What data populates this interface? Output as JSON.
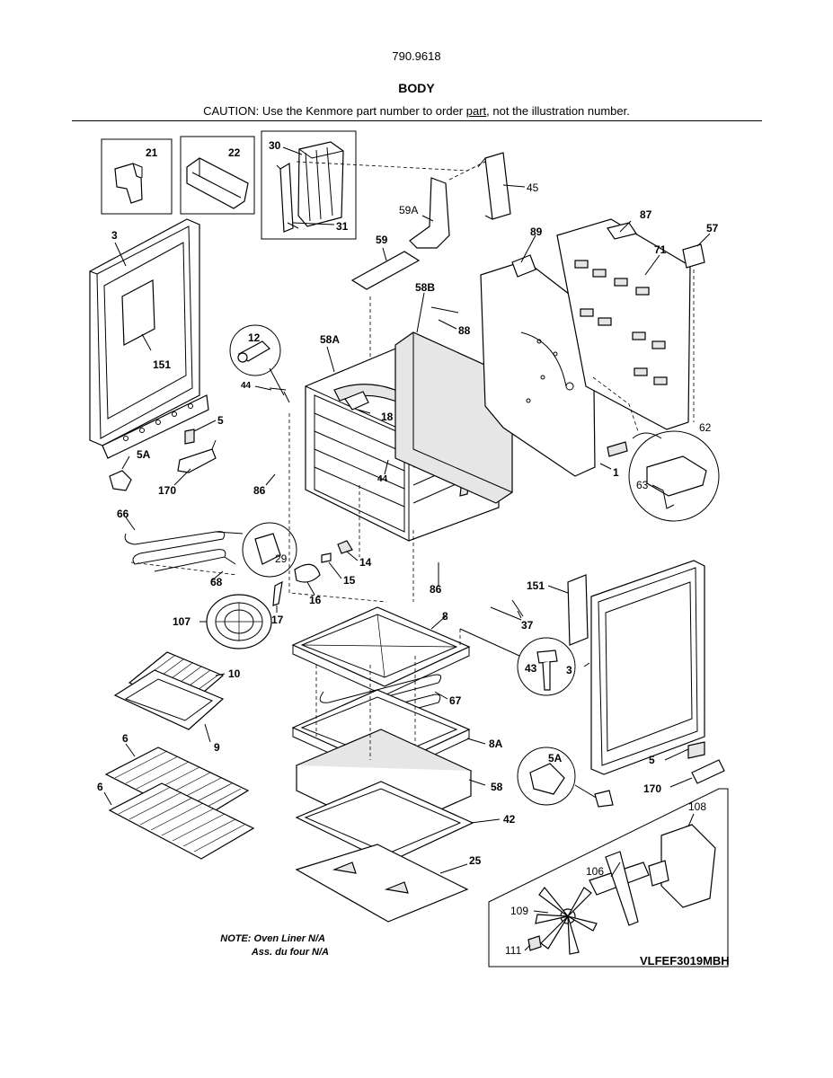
{
  "header": {
    "model": "790.9618",
    "title": "BODY",
    "caution_pre": "CAUTION: Use the Kenmore part number to order ",
    "caution_link": "part",
    "caution_post": ", not the illustration number."
  },
  "labels": {
    "p21": "21",
    "p22": "22",
    "p30": "30",
    "p31": "31",
    "p45": "45",
    "p59A": "59A",
    "p87": "87",
    "p3a": "3",
    "p59": "59",
    "p89": "89",
    "p71": "71",
    "p57": "57",
    "p58B": "58B",
    "p12": "12",
    "p58A": "58A",
    "p88": "88",
    "p151a": "151",
    "p44a": "44",
    "p18": "18",
    "p5a": "5",
    "p62": "62",
    "p5Aa": "5A",
    "p44b": "44",
    "p1": "1",
    "p170a": "170",
    "p86a": "86",
    "p63": "63",
    "p66": "66",
    "p29": "29",
    "p14": "14",
    "p15": "15",
    "p68": "68",
    "p86b": "86",
    "p16": "16",
    "p151b": "151",
    "p107": "107",
    "p17": "17",
    "p8": "8",
    "p37": "37",
    "p10": "10",
    "p43": "43",
    "p67": "67",
    "p3b": "3",
    "p9": "9",
    "p8A": "8A",
    "p6a": "6",
    "p5Ab": "5A",
    "p5b": "5",
    "p58": "58",
    "p170b": "170",
    "p6b": "6",
    "p42": "42",
    "p108": "108",
    "p25": "25",
    "p106": "106",
    "p109": "109",
    "p111": "111"
  },
  "note": {
    "line1": "NOTE: Oven Liner N/A",
    "line2": "Ass. du four N/A"
  },
  "diagram_code": "VLFEF3019MBH"
}
